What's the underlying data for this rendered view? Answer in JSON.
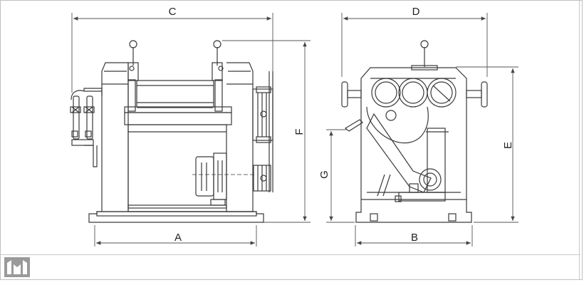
{
  "dimension_labels": {
    "a": "A",
    "b": "B",
    "c": "C",
    "d": "D",
    "e": "E",
    "f": "F",
    "g": "G"
  },
  "footer": {
    "logo": "mill-logo",
    "caption": ""
  },
  "colors": {
    "line": "#3a3a3a",
    "dim": "#555555",
    "frame": "#c8c8c8"
  }
}
